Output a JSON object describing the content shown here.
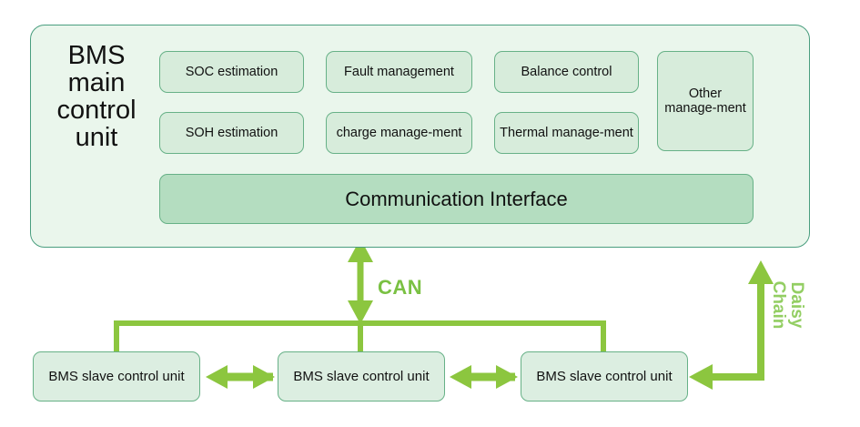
{
  "diagram": {
    "title_text": "BMS main control unit",
    "main_unit": {
      "label_line1": "BMS",
      "label_line2": "main",
      "label_line3": "control",
      "label_line4": "unit",
      "fill_color": "#eaf6ec",
      "border_color": "#4a9e7f"
    },
    "modules": [
      {
        "id": "soc",
        "label": "SOC estimation"
      },
      {
        "id": "fault",
        "label": "Fault management"
      },
      {
        "id": "balance",
        "label": "Balance control"
      },
      {
        "id": "other",
        "label": "Other manage-ment"
      },
      {
        "id": "soh",
        "label": "SOH estimation"
      },
      {
        "id": "charge",
        "label": "charge manage-ment"
      },
      {
        "id": "thermal",
        "label": "Thermal manage-ment"
      }
    ],
    "communication_interface": {
      "label": "Communication Interface",
      "fill_color": "#b4ddc0"
    },
    "slaves": [
      {
        "id": "slave-1",
        "label": "BMS slave control unit"
      },
      {
        "id": "slave-2",
        "label": "BMS slave control unit"
      },
      {
        "id": "slave-3",
        "label": "BMS slave control unit"
      }
    ],
    "connections": {
      "can_label": "CAN",
      "daisy_chain_label_line1": "Daisy",
      "daisy_chain_label_line2": "Chain",
      "wire_color": "#8cc63f",
      "can_label_color": "#7ac143",
      "daisy_label_color": "#93ce63"
    }
  }
}
